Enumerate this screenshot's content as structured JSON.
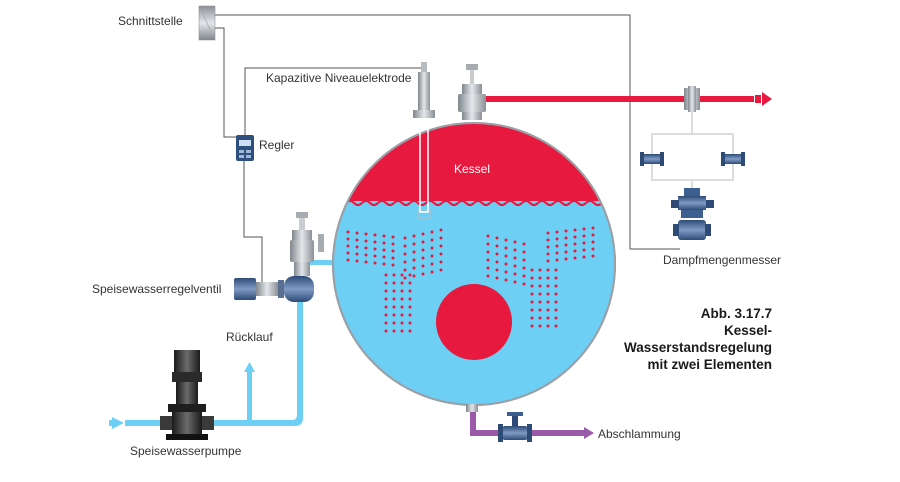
{
  "labels": {
    "interface": "Schnittstelle",
    "electrode": "Kapazitive Niveauelektrode",
    "controller": "Regler",
    "boiler": "Kessel",
    "feed_valve": "Speisewasserregelventil",
    "return": "Rücklauf",
    "feed_pump": "Speisewasserpumpe",
    "steam_meter": "Dampfmengenmesser",
    "blowdown": "Abschlammung"
  },
  "caption": {
    "line1": "Abb. 3.17.7",
    "line2": "Kessel-",
    "line3": "Wasserstandsregelung",
    "line4": "mit zwei Elementen"
  },
  "colors": {
    "steam": "#e8193e",
    "water": "#6ecff5",
    "blowdown": "#9b5aa8",
    "signal_line": "#444444",
    "bypass_line": "#dddddd",
    "equipment_grey": "#9aa0a6",
    "equipment_blue": "#3d5f8f"
  }
}
